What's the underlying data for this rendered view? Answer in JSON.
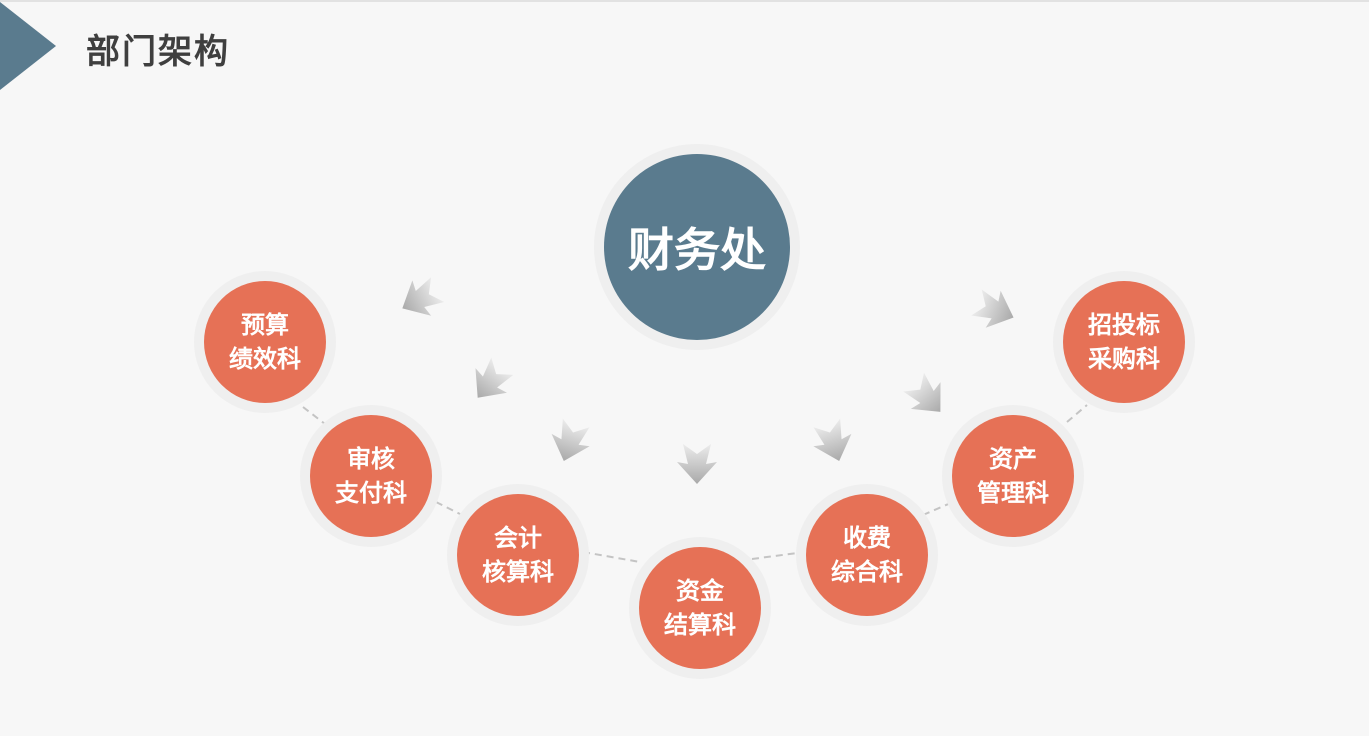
{
  "header": {
    "title": "部门架构"
  },
  "center": {
    "label": "财务处"
  },
  "departments": [
    {
      "line1": "预算",
      "line2": "绩效科"
    },
    {
      "line1": "审核",
      "line2": "支付科"
    },
    {
      "line1": "会计",
      "line2": "核算科"
    },
    {
      "line1": "资金",
      "line2": "结算科"
    },
    {
      "line1": "收费",
      "line2": "综合科"
    },
    {
      "line1": "资产",
      "line2": "管理科"
    },
    {
      "line1": "招投标",
      "line2": "采购科"
    }
  ],
  "colors": {
    "accent": "#5a7b8e",
    "dept": "#e67156",
    "background": "#f7f7f7"
  }
}
